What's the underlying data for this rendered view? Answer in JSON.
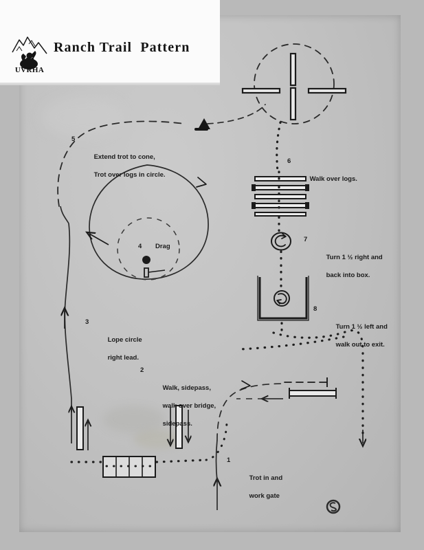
{
  "document": {
    "title": "Ranch Trail  Pattern",
    "logo_text": "UVRHA",
    "logo_icon": "mountain-horse-rider-logo",
    "stamp_icon": "circular-seal-stamp"
  },
  "steps": [
    {
      "number": "1",
      "lines": [
        "Trot in and",
        "work gate"
      ],
      "text": "Trot in and work gate"
    },
    {
      "number": "2",
      "lines": [
        "Walk, sidepass,",
        "walk over bridge,",
        "sidepass."
      ],
      "text": "Walk, sidepass, walk over bridge, sidepass."
    },
    {
      "number": "3",
      "lines": [
        "Lope circle",
        "right lead."
      ],
      "text": "Lope circle right lead."
    },
    {
      "number": "4",
      "lines": [
        "Drag"
      ],
      "text": "Drag"
    },
    {
      "number": "5",
      "lines": [
        "Extend trot to cone,",
        "Trot over logs in circle."
      ],
      "text": "Extend trot to cone, Trot over logs in circle."
    },
    {
      "number": "6",
      "lines": [
        "Walk over logs."
      ],
      "text": "Walk over logs."
    },
    {
      "number": "7",
      "lines": [
        "Turn 1 ½ right and",
        "back into box."
      ],
      "text": "Turn 1 ½ right and back into box."
    },
    {
      "number": "8",
      "lines": [
        "Turn 1 ½ left and",
        "walk out to exit."
      ],
      "text": "Turn 1 ½ left and walk out to exit."
    }
  ],
  "obstacles": [
    {
      "name": "log-circle",
      "icon": "dashed-circle-with-four-radial-logs"
    },
    {
      "name": "walk-over-logs",
      "icon": "five-stacked-ground-poles"
    },
    {
      "name": "turn-box-upper",
      "icon": "spiral-turn-marker"
    },
    {
      "name": "back-into-box",
      "icon": "u-shaped-box-with-spiral"
    },
    {
      "name": "cone",
      "icon": "traffic-cone-marker"
    },
    {
      "name": "drag-point",
      "icon": "drag-anchor-dot"
    },
    {
      "name": "gate",
      "icon": "gate-with-swing-arc"
    },
    {
      "name": "bridge",
      "icon": "slatted-bridge"
    },
    {
      "name": "sidepass-pole-left",
      "icon": "vertical-pole"
    },
    {
      "name": "sidepass-pole-right",
      "icon": "vertical-pole"
    }
  ],
  "colors": {
    "ink": "#1b1b1b",
    "paper": "#c2c2c2",
    "header_paper": "#fbfbfb",
    "page_background": "#b9b9b9"
  }
}
